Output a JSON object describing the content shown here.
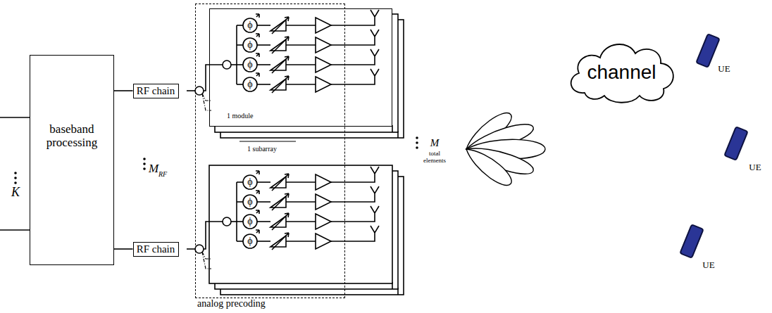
{
  "diagram": {
    "nodes": [
      {
        "text": [
          "baseband processing"
        ]
      },
      {
        "text": [
          "RF chain"
        ]
      },
      {
        "text": [
          "RF chain"
        ]
      },
      {
        "text": [
          "analog precoding"
        ]
      },
      {
        "text": [
          "1 module"
        ]
      },
      {
        "text": [
          "channel"
        ]
      }
    ],
    "edges": [
      {
        "from": 0,
        "to": 1,
        "arrow": "none"
      },
      {
        "from": 0,
        "to": 2,
        "arrow": "none"
      }
    ],
    "labels": [
      "K",
      "M",
      "RF",
      "ϕ",
      "ϕ",
      "ϕ",
      "ϕ",
      "ϕ",
      "ϕ",
      "ϕ",
      "ϕ",
      "1 subarray",
      "M",
      "total elements",
      "UE",
      "UE",
      "UE"
    ]
  }
}
